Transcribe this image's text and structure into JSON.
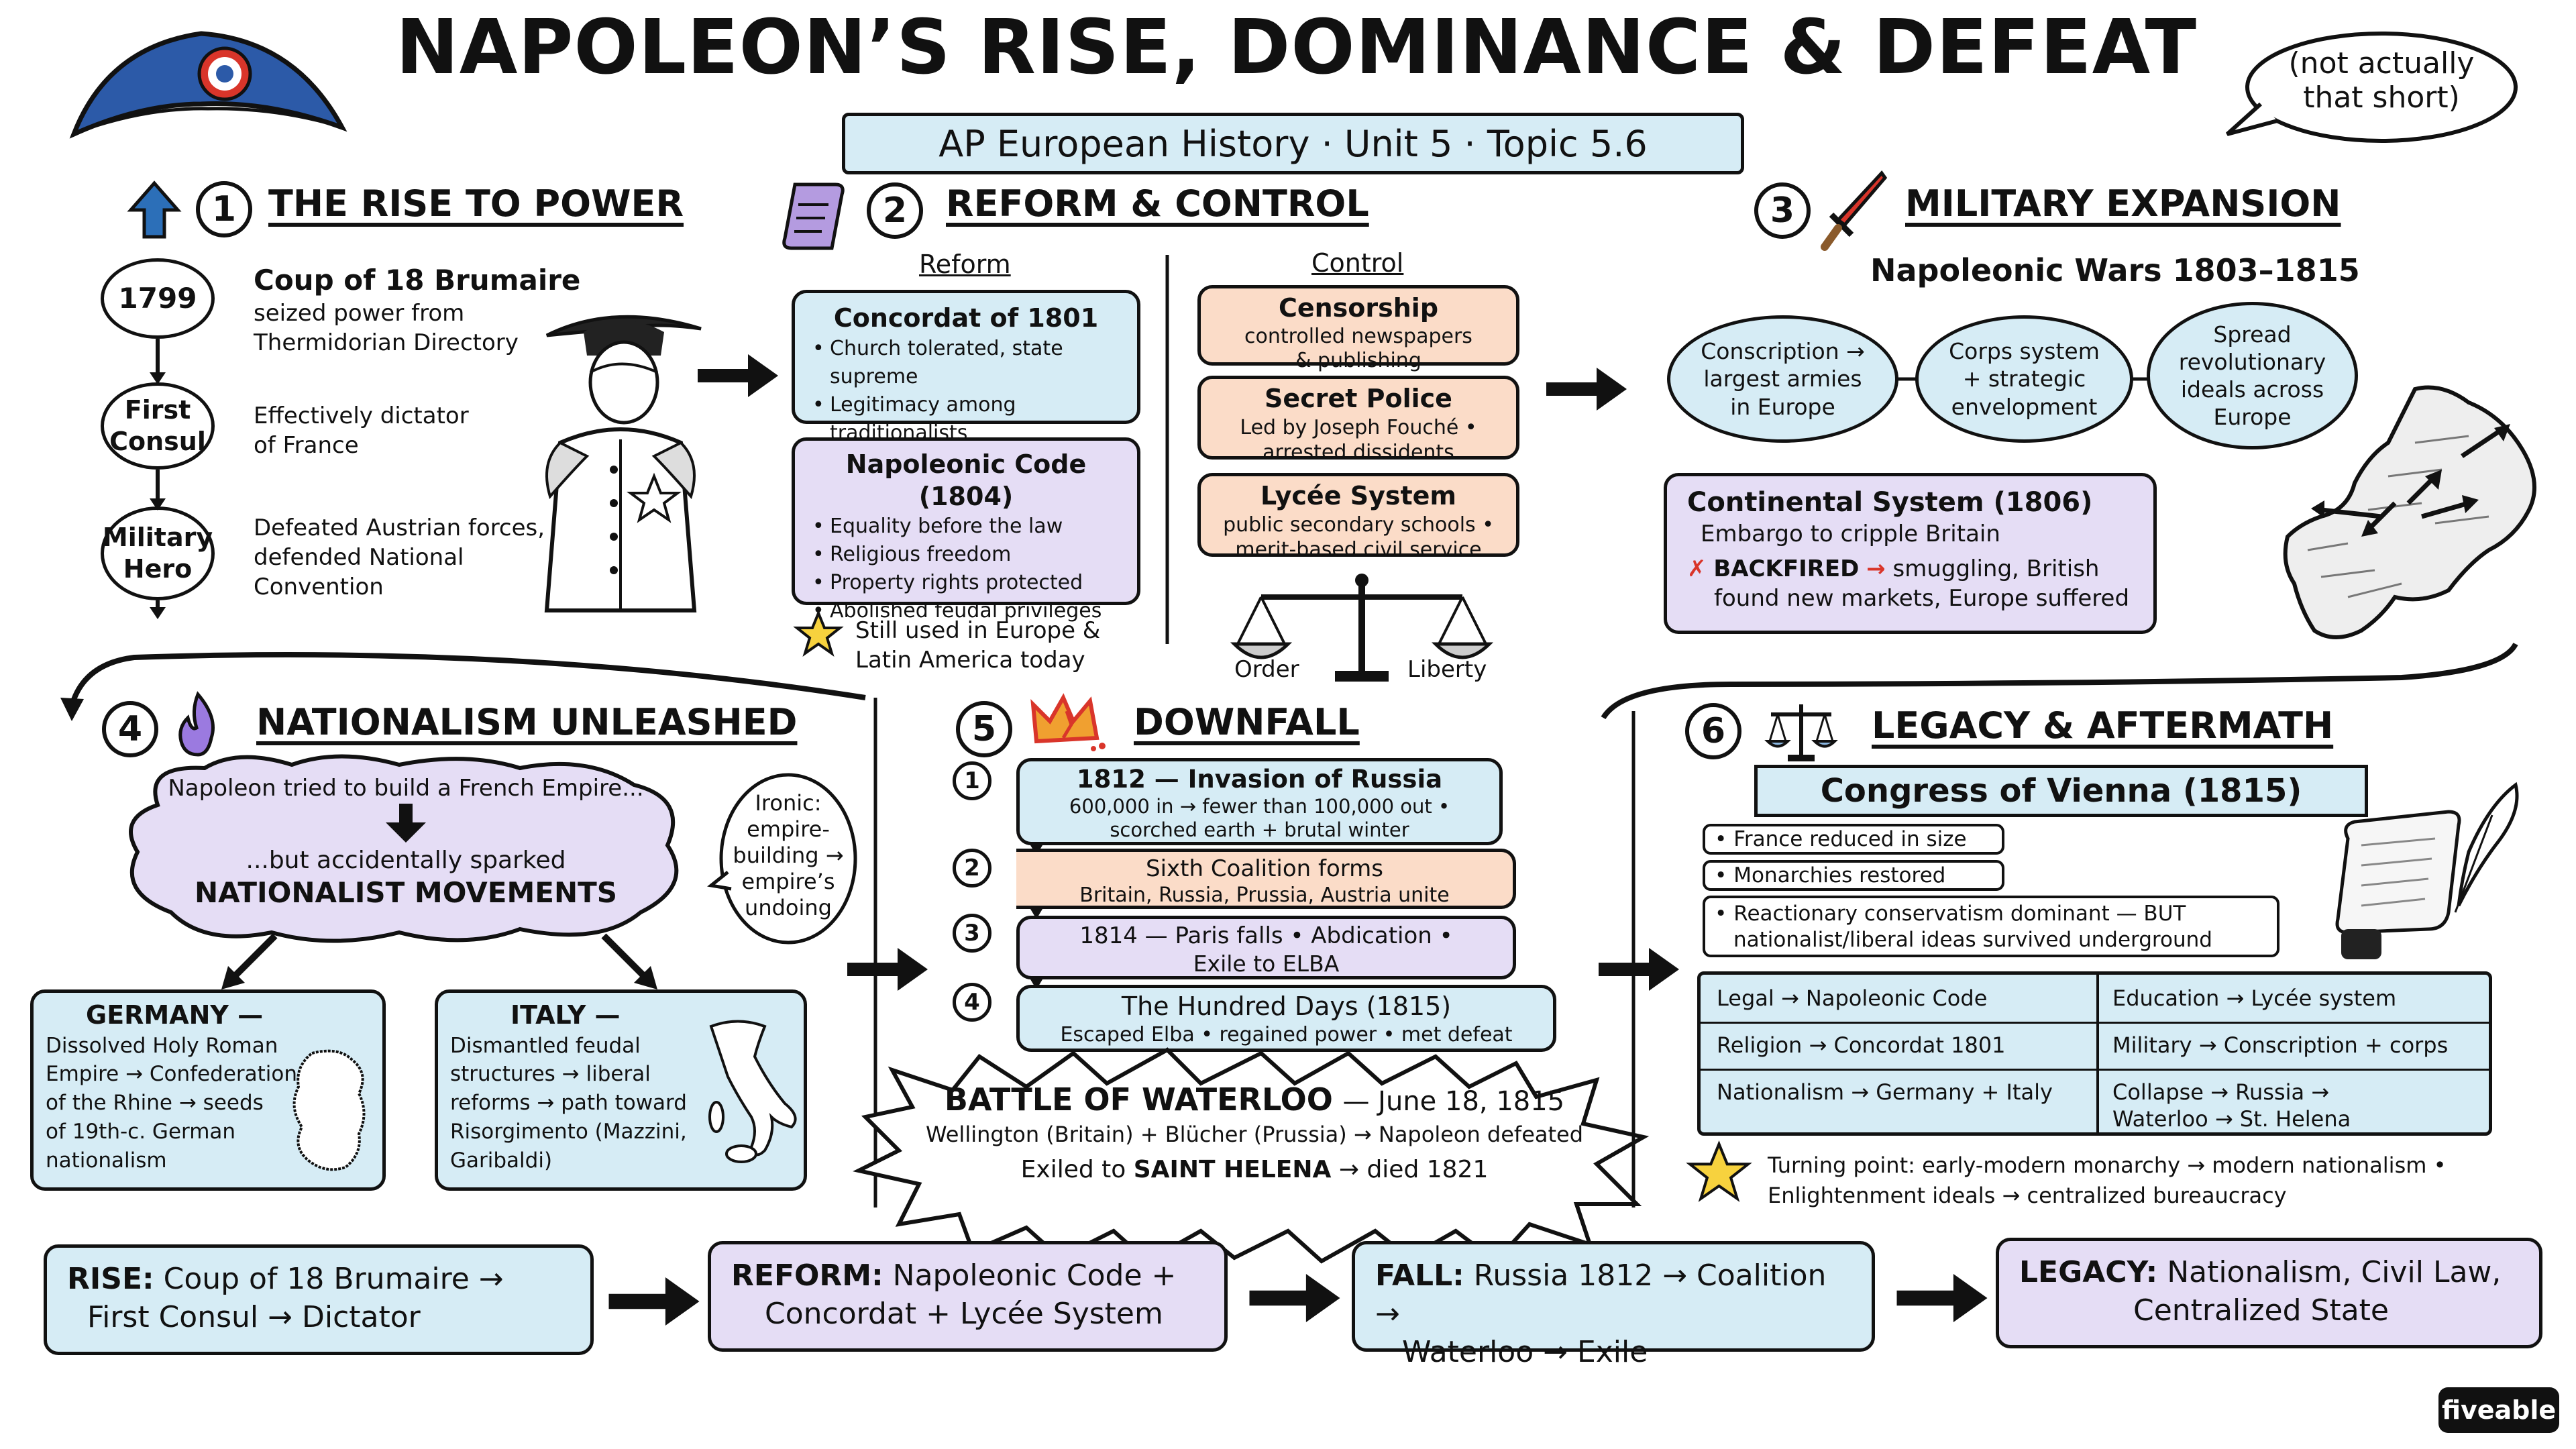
{
  "header": {
    "title": "NAPOLEON’S RISE, DOMINANCE & DEFEAT",
    "subtitle": "AP European History · Unit 5 · Topic 5.6",
    "bubble_line1": "(not actually",
    "bubble_line2": "that short)"
  },
  "rise": {
    "num": "1",
    "heading": "THE RISE TO POWER",
    "steps": [
      {
        "label_l1": "1799",
        "label_l2": "",
        "title": "Coup of 18 Brumaire",
        "desc_l1": "seized power from",
        "desc_l2": "Thermidorian Directory"
      },
      {
        "label_l1": "First",
        "label_l2": "Consul",
        "title": "",
        "desc_l1": "Effectively dictator",
        "desc_l2": "of France"
      },
      {
        "label_l1": "Military",
        "label_l2": "Hero",
        "title": "",
        "desc_l1": "Defeated Austrian forces,",
        "desc_l2": "defended National",
        "desc_l3": "Convention"
      }
    ]
  },
  "reform": {
    "num": "2",
    "heading": "REFORM & CONTROL",
    "reform_label": "Reform",
    "control_label": "Control",
    "concordat": {
      "title": "Concordat of 1801",
      "items": [
        "Church tolerated, state supreme",
        "Legitimacy among traditionalists"
      ]
    },
    "code": {
      "title": "Napoleonic Code (1804)",
      "items": [
        "Equality before the law",
        "Religious freedom",
        "Property rights protected",
        "Abolished feudal privileges"
      ]
    },
    "still_l1": "Still used in Europe &",
    "still_l2": "Latin America today",
    "censorship": {
      "title": "Censorship",
      "l1": "controlled newspapers",
      "l2": "& publishing"
    },
    "police": {
      "title": "Secret Police",
      "l1": "Led by Joseph Fouché •",
      "l2": "arrested dissidents"
    },
    "lycee": {
      "title": "Lycée System",
      "l1": "public secondary schools •",
      "l2": "merit-based civil service"
    },
    "scale_left": "Order",
    "scale_right": "Liberty"
  },
  "military": {
    "num": "3",
    "heading": "MILITARY EXPANSION",
    "sub": "Napoleonic Wars 1803–1815",
    "ovals": [
      {
        "l1": "Conscription →",
        "l2": "largest armies",
        "l3": "in Europe"
      },
      {
        "l1": "Corps system",
        "l2": "+ strategic",
        "l3": "envelopment"
      },
      {
        "l1": "Spread",
        "l2": "revolutionary",
        "l3": "ideals across",
        "l4": "Europe"
      }
    ],
    "cs_title": "Continental System (1806)",
    "cs_sub": "Embargo to cripple Britain",
    "cs_x": "✗",
    "cs_bf": "BACKFIRED",
    "cs_arrow": "→",
    "cs_rest1": "smuggling, British",
    "cs_rest2": "found new markets, Europe suffered"
  },
  "nationalism": {
    "num": "4",
    "heading": "NATIONALISM UNLEASHED",
    "cloud_l1": "Napoleon tried to build a French Empire...",
    "cloud_l2": "...but accidentally sparked",
    "cloud_l3": "NATIONALIST MOVEMENTS",
    "ironic": [
      "Ironic:",
      "empire-",
      "building →",
      "empire’s",
      "undoing"
    ],
    "germany": {
      "title": "GERMANY —",
      "lines": [
        "Dissolved Holy Roman",
        "Empire → Confederation",
        "of the Rhine → seeds",
        "of 19th-c. German",
        "nationalism"
      ]
    },
    "italy": {
      "title": "ITALY —",
      "lines": [
        "Dismantled  feudal",
        "structures → liberal",
        "reforms → path toward",
        "Risorgimento (Mazzini,",
        "Garibaldi)"
      ]
    }
  },
  "downfall": {
    "num": "5",
    "heading": "DOWNFALL",
    "steps": [
      {
        "n": "1",
        "title": "1812 — Invasion of Russia",
        "l1": "600,000 in → fewer than 100,000 out •",
        "l2": "scorched earth + brutal winter"
      },
      {
        "n": "2",
        "title": "Sixth Coalition forms",
        "l1": "Britain, Russia, Prussia, Austria unite",
        "l2": ""
      },
      {
        "n": "3",
        "title": "1814 — Paris falls • Abdication •",
        "l1": "Exile to ELBA",
        "l2": ""
      },
      {
        "n": "4",
        "title": "The Hundred Days (1815)",
        "l1": "Escaped Elba • regained power • met defeat",
        "l2": ""
      }
    ],
    "waterloo_title": "BATTLE OF WATERLOO",
    "waterloo_date": "— June 18, 1815",
    "waterloo_l2": "Wellington (Britain) + Blücher (Prussia) → Napoleon defeated",
    "waterloo_l3a": "Exiled to ",
    "waterloo_l3b": "SAINT HELENA",
    "waterloo_l3c": " → died 1821"
  },
  "legacy": {
    "num": "6",
    "heading": "LEGACY & AFTERMATH",
    "congress": "Congress of Vienna (1815)",
    "pills": [
      "France reduced in size",
      "Monarchies restored"
    ],
    "reaction_l1": "Reactionary conservatism dominant — BUT",
    "reaction_l2": "nationalist/liberal ideas survived underground",
    "table": [
      [
        "Legal → Napoleonic Code",
        "Education → Lycée system"
      ],
      [
        "Religion → Concordat 1801",
        "Military → Conscription + corps"
      ],
      [
        "Nationalism → Germany + Italy",
        "Collapse → Russia →"
      ]
    ],
    "table_extra": "Waterloo  →  St. Helena",
    "turning_l1": "Turning point: early-modern monarchy → modern nationalism •",
    "turning_l2": "Enlightenment ideals → centralized bureaucracy"
  },
  "summary": [
    {
      "key": "RISE:",
      "l1": "Coup of 18 Brumaire →",
      "l2": "First Consul → Dictator"
    },
    {
      "key": "REFORM:",
      "l1": "Napoleonic Code +",
      "l2": "Concordat + Lycée System"
    },
    {
      "key": "FALL:",
      "l1": "Russia 1812 → Coalition →",
      "l2": "Waterloo → Exile"
    },
    {
      "key": "LEGACY:",
      "l1": "Nationalism, Civil Law,",
      "l2": "Centralized State"
    }
  ],
  "brand": "fiveable",
  "colors": {
    "blue": "#d6ecf5",
    "purple": "#e5ddf5",
    "peach": "#fbdcc8",
    "star": "#f7d23e",
    "red": "#d9352a"
  }
}
